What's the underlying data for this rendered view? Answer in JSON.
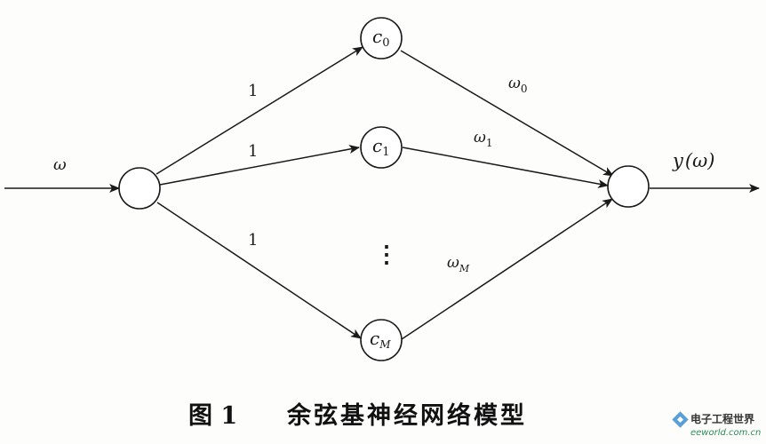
{
  "diagram": {
    "input_label": "ω",
    "output_label_y": "y",
    "output_label_arg": "(ω)",
    "hidden_nodes": [
      {
        "base": "c",
        "sub": "0"
      },
      {
        "base": "c",
        "sub": "1"
      },
      {
        "base": "c",
        "sub": "M"
      }
    ],
    "input_weights": [
      "1",
      "1",
      "1"
    ],
    "output_weights": [
      {
        "base": "ω",
        "sub": "0"
      },
      {
        "base": "ω",
        "sub": "1"
      },
      {
        "base": "ω",
        "sub": "M"
      }
    ],
    "ellipsis": "⋮"
  },
  "caption": {
    "figure_number": "图 1",
    "title": "余弦基神经网络模型"
  },
  "watermark": {
    "name": "电子工程世界",
    "url": "eeworld.com.cn"
  }
}
